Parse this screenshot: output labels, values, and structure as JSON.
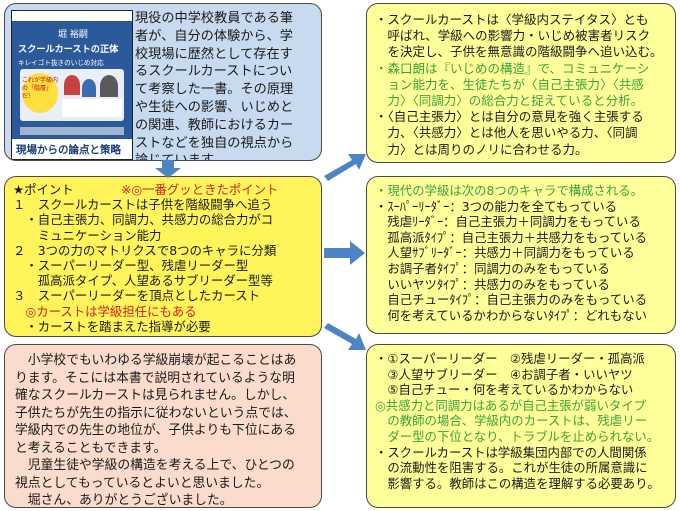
{
  "book_box": {
    "lines": [
      "現役の中学校教員である筆",
      "者が、自分の体験から、学",
      "校現場に歴然として存在す",
      "るスクールカーストについ",
      "て考察した一書。その原理",
      "や生徒への影響、いじめと",
      "の関連、教師におけるカー",
      "ストなどを独自の視点から",
      "論じています。"
    ],
    "cover": {
      "author": "堀 裕嗣",
      "title": "スクールカーストの正体",
      "subtitle": "キレイゴト抜きのいじめ対応",
      "callout": "これが学級内の「階層」だ!",
      "band": "現場からの論点と策略"
    }
  },
  "summary": {
    "header": "★ポイント",
    "header_note": "※◎一番グッときたポイント",
    "lines": [
      "１　スクールカーストは子供を階級闘争へ追う",
      "　・自己主張力、同調力、共感力の総合力がコ",
      "　　ミュニケーション能力",
      "２　3つの力のマトリクスで8つのキャラに分類",
      "　・スーパーリーダー型、残虐リーダー型",
      "　　孤高派タイプ、人望あるサブリーダー型等",
      "３　スーパーリーダーを頂点としたカースト"
    ],
    "highlight": "　◎カーストは学級担任にもある",
    "last": "　・カーストを踏まえた指導が必要"
  },
  "impression": {
    "lines": [
      "　小学校でもいわゆる学級崩壊が起こることはあ",
      "ります。そこには本書で説明されているような明",
      "確なスクールカーストは見られません。しかし、",
      "子供たちが先生の指示に従わないという点では、",
      "学級内での先生の地位が、子供よりも下位にある",
      "と考えることもできます。",
      "　児童生徒や学級の構造を考える上で、ひとつの",
      "視点としてもっているとよいと思いました。",
      "　堀さん、ありがとうございました。"
    ]
  },
  "right1": {
    "black1": [
      "・スクールカーストは〈学級内ステイタス〉とも",
      "　呼ばれ、学級への影響力・いじめ被害者リスク",
      "　を決定し、子供を無意識の階級闘争へ追い込む。"
    ],
    "green": [
      "・森口朗は『いじめの構造』で、コミュニケーシ",
      "　ョン能力を、生徒たちが〈自己主張力〉〈共感",
      "　力〉〈同調力〉の総合力と捉えていると分析。"
    ],
    "black2": [
      "・〈自己主張力〉とは自分の意見を強く主張する",
      "　力、〈共感力〉とは他人を思いやる力、〈同調",
      "　力〉とは周りのノリに合わせる力。"
    ]
  },
  "right2": {
    "green": "・現代の学級は次の8つのキャラで構成される。",
    "lines": [
      "・ｽｰﾊﾟｰﾘｰﾀﾞｰ：3つの能力を全てもっている",
      "　残虐ﾘｰﾀﾞｰ：自己主張力＋同調力をもっている",
      "　孤高派ﾀｲﾌﾟ：自己主張力＋共感力をもっている",
      "　人望ｻﾌﾞﾘｰﾀﾞｰ：共感力＋同調力をもっている",
      "　お調子者ﾀｲﾌﾟ：同調力のみをもっている",
      "　いいヤツﾀｲﾌﾟ：共感力のみをもっている",
      "　自己チューﾀｲﾌﾟ：自己主張力のみをもっている",
      "　何を考えているかわからないﾀｲﾌﾟ：どれもない"
    ]
  },
  "right3": {
    "black1": [
      "・①スーパーリーダー　②残虐リーダー・孤高派",
      "　③人望サブリーダー　④お調子者・いいヤツ",
      "　⑤自己チュー・何を考えているかわからない"
    ],
    "green": [
      "◎共感力と同調力はあるが自己主張が弱いタイプ",
      "　の教師の場合、学級内のカーストは、残虐リー",
      "　ダー型の下位となり、トラブルを止められない。"
    ],
    "black2": [
      "・スクールカーストは学級集団内部での人間関係",
      "　の流動性を阻害する。これが生徒の所属意識に",
      "　影響する。教師はこの構造を理解する必要あり。"
    ]
  },
  "colors": {
    "green": "#3aa33a",
    "red": "#d42020",
    "arrow": "#4f84c4",
    "yellow": "#fff45a",
    "blue": "#c8daf0",
    "pink": "#fbdccc",
    "light_yellow": "#ffff9a"
  }
}
